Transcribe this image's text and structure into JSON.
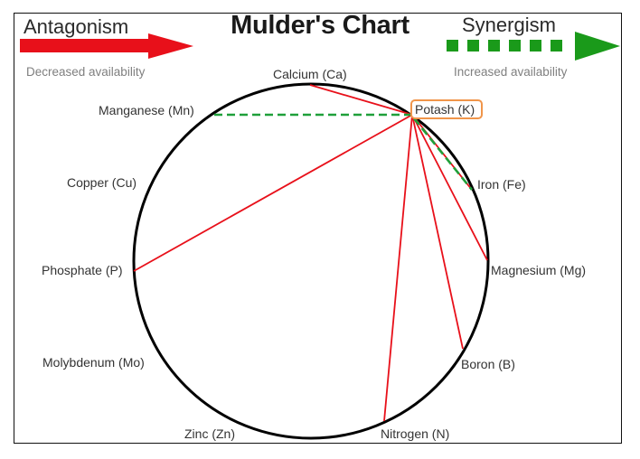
{
  "title": "Mulder's Chart",
  "legend": {
    "antagonism": {
      "label": "Antagonism",
      "description": "Decreased availability",
      "line_style": "solid",
      "color": "#e8101a"
    },
    "synergism": {
      "label": "Synergism",
      "description": "Increased availability",
      "line_style": "dashed",
      "color": "#1fa03a"
    }
  },
  "nodes": [
    {
      "id": "Ca",
      "label": "Calcium (Ca)"
    },
    {
      "id": "K",
      "label": "Potash (K)",
      "highlighted": true,
      "highlight_color": "#f0954a"
    },
    {
      "id": "Fe",
      "label": "Iron (Fe)"
    },
    {
      "id": "Mg",
      "label": "Magnesium (Mg)"
    },
    {
      "id": "B",
      "label": "Boron (B)"
    },
    {
      "id": "N",
      "label": "Nitrogen (N)"
    },
    {
      "id": "Zn",
      "label": "Zinc (Zn)"
    },
    {
      "id": "Mo",
      "label": "Molybdenum (Mo)"
    },
    {
      "id": "P",
      "label": "Phosphate (P)"
    },
    {
      "id": "Cu",
      "label": "Copper (Cu)"
    },
    {
      "id": "Mn",
      "label": "Manganese (Mn)"
    }
  ],
  "edges": [
    {
      "from": "K",
      "to": "Ca",
      "type": "antagonism"
    },
    {
      "from": "K",
      "to": "Mg",
      "type": "antagonism"
    },
    {
      "from": "K",
      "to": "B",
      "type": "antagonism"
    },
    {
      "from": "K",
      "to": "N",
      "type": "antagonism"
    },
    {
      "from": "K",
      "to": "P",
      "type": "antagonism"
    },
    {
      "from": "K",
      "to": "Mn",
      "type": "synergism"
    },
    {
      "from": "K",
      "to": "Fe",
      "type": "synergism"
    }
  ]
}
